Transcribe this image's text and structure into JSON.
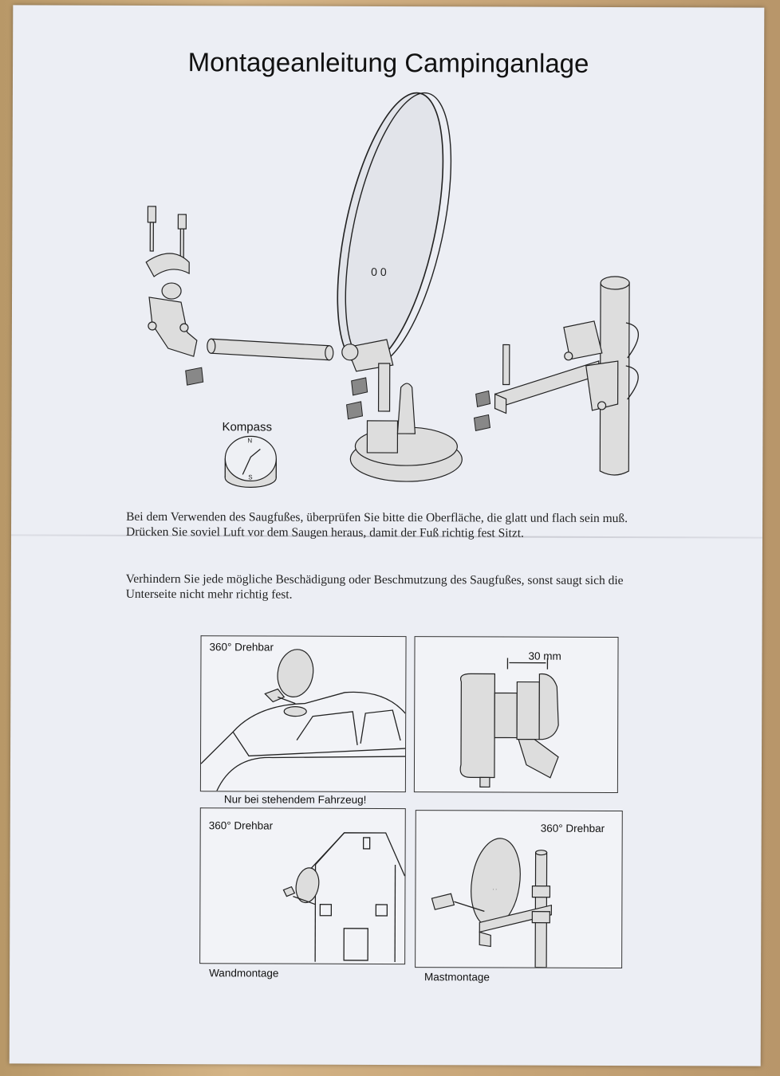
{
  "title": "Montageanleitung Campinganlage",
  "compass_label": "Kompass",
  "compass_n": "N",
  "compass_s": "S",
  "dish_marks": "0 0",
  "paragraph1": "Bei dem Verwenden des Saugfußes, überprüfen Sie bitte die Oberfläche, die glatt und flach sein muß. Drücken Sie soviel Luft vor dem Saugen heraus, damit der Fuß richtig fest Sitzt.",
  "paragraph2": "Verhindern Sie jede mögliche Beschädigung oder Beschmutzung des Saugfußes, sonst saugt sich die Unterseite nicht mehr richtig fest.",
  "panels": {
    "car": {
      "label": "360° Drehbar",
      "caption": "Nur bei stehendem Fahrzeug!"
    },
    "lnb": {
      "dimension": "30 mm"
    },
    "house": {
      "label": "360° Drehbar",
      "caption": "Wandmontage"
    },
    "mast": {
      "label": "360° Drehbar",
      "caption": "Mastmontage"
    }
  }
}
